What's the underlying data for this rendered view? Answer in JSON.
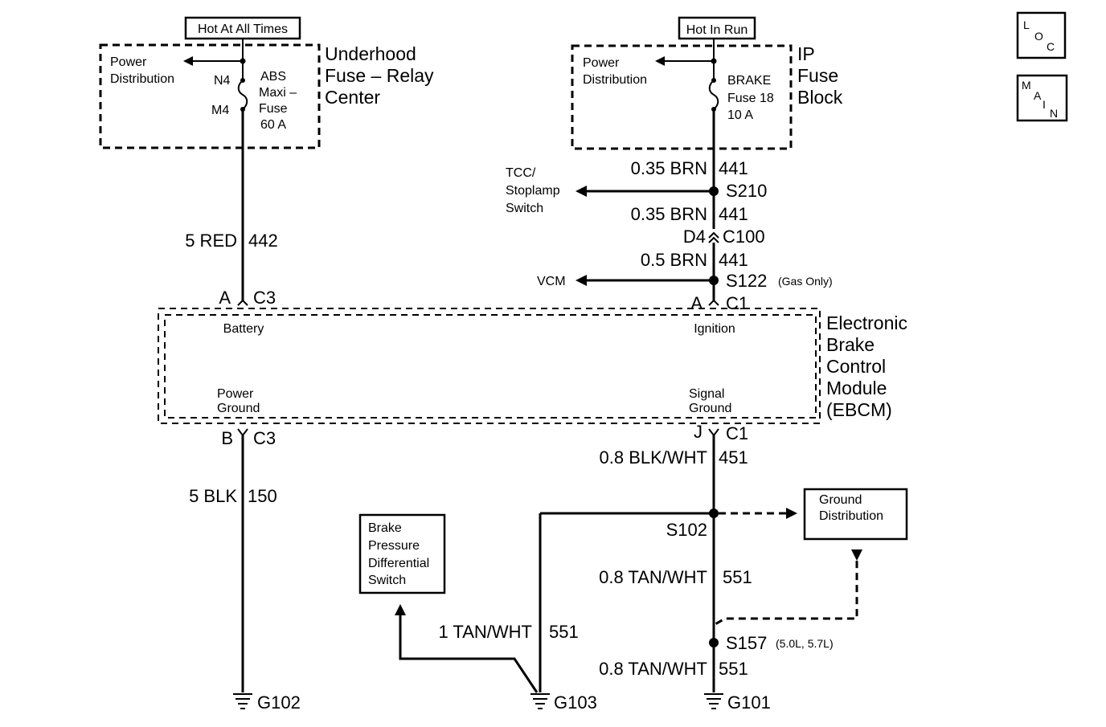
{
  "power_sources": {
    "hot_at_all_times": "Hot At All Times",
    "hot_in_run": "Hot In Run"
  },
  "underhood": {
    "power_distribution": [
      "Power",
      "Distribution"
    ],
    "pin_n4": "N4",
    "pin_m4": "M4",
    "fuse_label": [
      "ABS",
      "Maxi –",
      "Fuse",
      "60 A"
    ],
    "title": [
      "Underhood",
      "Fuse – Relay",
      "Center"
    ]
  },
  "ip_fuse": {
    "power_distribution": [
      "Power",
      "Distribution"
    ],
    "fuse_label": [
      "BRAKE",
      "Fuse 18",
      "10 A"
    ],
    "title": [
      "IP",
      "Fuse",
      "Block"
    ]
  },
  "loc_box": [
    "L",
    "O",
    "C"
  ],
  "main_box": [
    "M",
    "A",
    "I",
    "N"
  ],
  "left_wires": {
    "battery_wire_gauge": "5 RED",
    "battery_wire_circuit": "442",
    "ground_wire_gauge": "5 BLK",
    "ground_wire_circuit": "150"
  },
  "right_wires": {
    "w1_gauge": "0.35 BRN",
    "w1_circuit": "441",
    "s210": "S210",
    "tcc_switch": [
      "TCC/",
      "Stoplamp",
      "Switch"
    ],
    "w2_gauge": "0.35 BRN",
    "w2_circuit": "441",
    "c100_pin": "D4",
    "c100": "C100",
    "w3_gauge": "0.5 BRN",
    "w3_circuit": "441",
    "vcm": "VCM",
    "s122": "S122",
    "s122_note": "(Gas Only)",
    "signal_wire_gauge": "0.8 BLK/WHT",
    "signal_wire_circuit": "451",
    "s102": "S102",
    "ground_distribution": [
      "Ground",
      "Distribution"
    ],
    "w5_gauge": "0.8 TAN/WHT",
    "w5_circuit": "551",
    "s157": "S157",
    "s157_note": "(5.0L, 5.7L)",
    "w6_gauge": "0.8 TAN/WHT",
    "w6_circuit": "551",
    "brake_switch": [
      "Brake",
      "Pressure",
      "Differential",
      "Switch"
    ],
    "w7_gauge": "1 TAN/WHT",
    "w7_circuit": "551"
  },
  "connectors": {
    "battery_pin": "A",
    "battery_conn": "C3",
    "ignition_pin": "A",
    "ignition_conn": "C1",
    "pground_pin": "B",
    "pground_conn": "C3",
    "sground_pin": "J",
    "sground_conn": "C1"
  },
  "ebcm": {
    "battery": "Battery",
    "ignition": "Ignition",
    "power_ground": [
      "Power",
      "Ground"
    ],
    "signal_ground": [
      "Signal",
      "Ground"
    ],
    "title": [
      "Electronic",
      "Brake",
      "Control",
      "Module",
      "(EBCM)"
    ]
  },
  "grounds": {
    "g102": "G102",
    "g103": "G103",
    "g101": "G101"
  }
}
